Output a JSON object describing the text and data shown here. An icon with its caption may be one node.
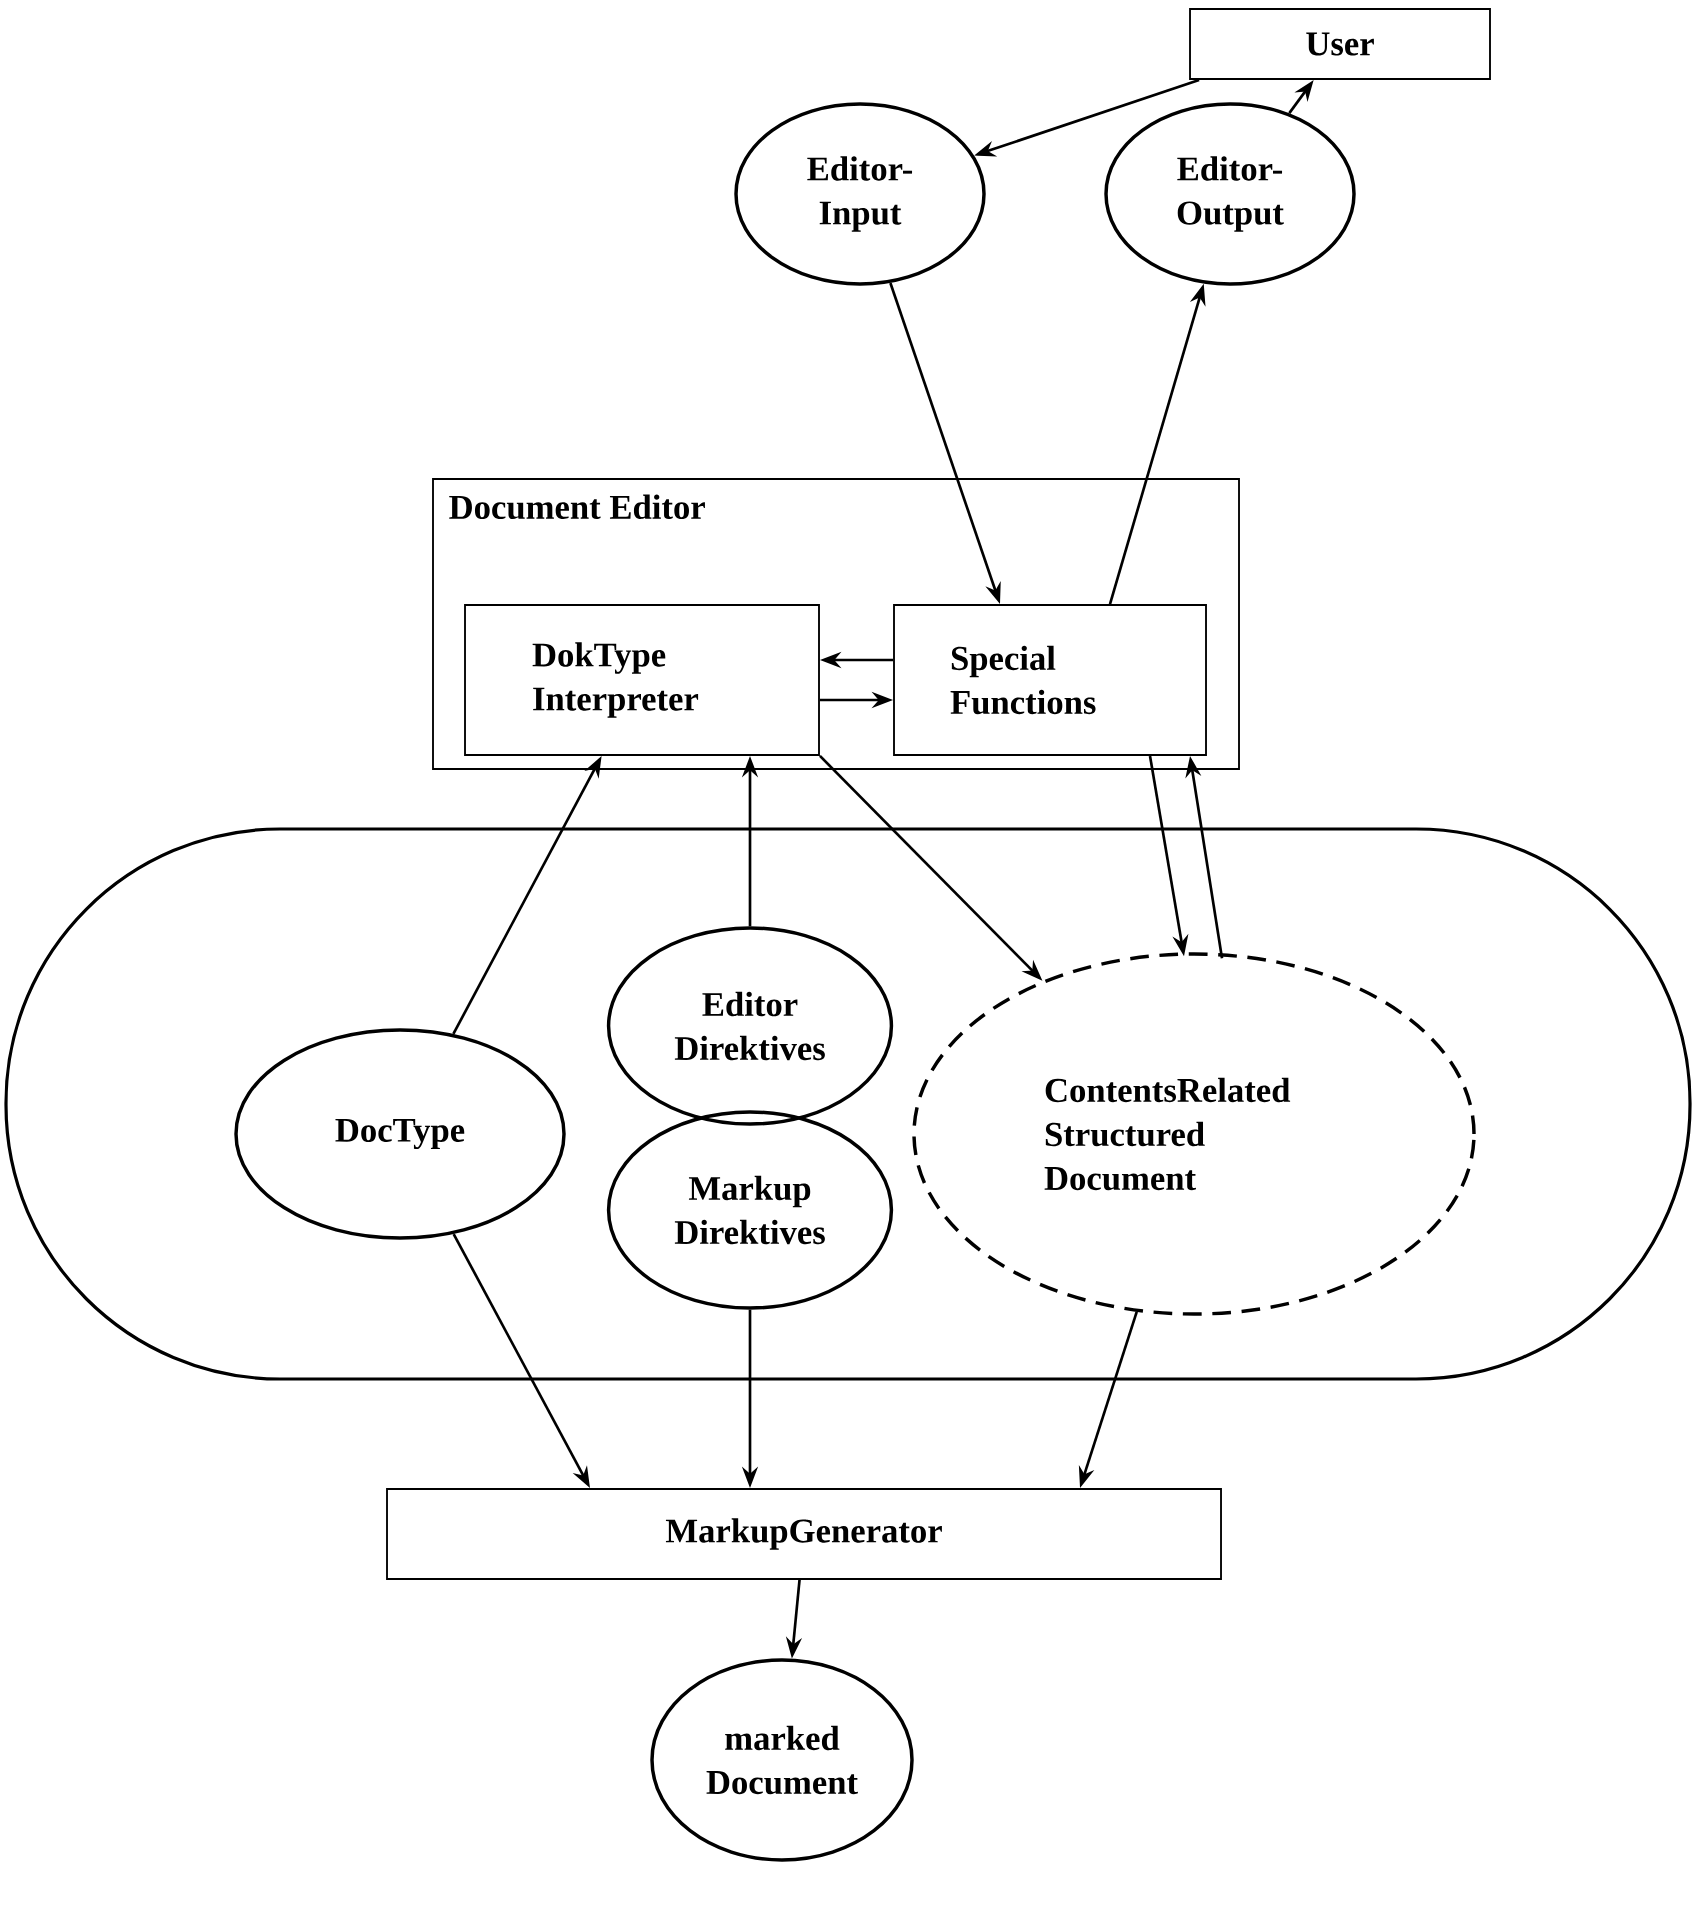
{
  "diagram": {
    "nodes": [
      {
        "text": [
          "User"
        ]
      },
      {
        "text": [
          "Editor-Input"
        ]
      },
      {
        "text": [
          "Editor-Output"
        ]
      },
      {
        "text": [
          "Document Editor"
        ]
      },
      {
        "text": [
          "DokType Interpreter"
        ],
        "in": 3
      },
      {
        "text": [
          "Special Functions"
        ],
        "in": 3
      },
      {
        "text": [],
        "shape": "oval"
      },
      {
        "text": [
          "DocType"
        ],
        "in": 6
      },
      {
        "text": [
          "Editor Direktives"
        ],
        "in": 6
      },
      {
        "text": [
          "Markup Direktives"
        ],
        "in": 6
      },
      {
        "text": [
          "ContentsRelated Structured Document"
        ],
        "in": 6
      },
      {
        "text": [
          "MarkupGenerator"
        ]
      },
      {
        "text": [
          "marked Document"
        ]
      }
    ],
    "edges": [
      {
        "from": 0,
        "to": 1,
        "arrow": "to"
      },
      {
        "from": 2,
        "to": 0,
        "arrow": "to"
      },
      {
        "from": 1,
        "to": 5,
        "arrow": "to"
      },
      {
        "from": 5,
        "to": 2,
        "arrow": "to"
      },
      {
        "from": 5,
        "to": 4,
        "arrow": "to"
      },
      {
        "from": 4,
        "to": 5,
        "arrow": "to"
      },
      {
        "from": 7,
        "to": 4,
        "arrow": "to"
      },
      {
        "from": 8,
        "to": 4,
        "arrow": "to"
      },
      {
        "from": 4,
        "to": 10,
        "arrow": "to"
      },
      {
        "from": 5,
        "to": 10,
        "arrow": "to"
      },
      {
        "from": 10,
        "to": 5,
        "arrow": "to"
      },
      {
        "from": 7,
        "to": 11,
        "arrow": "to"
      },
      {
        "from": 9,
        "to": 11,
        "arrow": "to"
      },
      {
        "from": 10,
        "to": 11,
        "arrow": "to"
      },
      {
        "from": 11,
        "to": 12,
        "arrow": "to"
      }
    ]
  }
}
